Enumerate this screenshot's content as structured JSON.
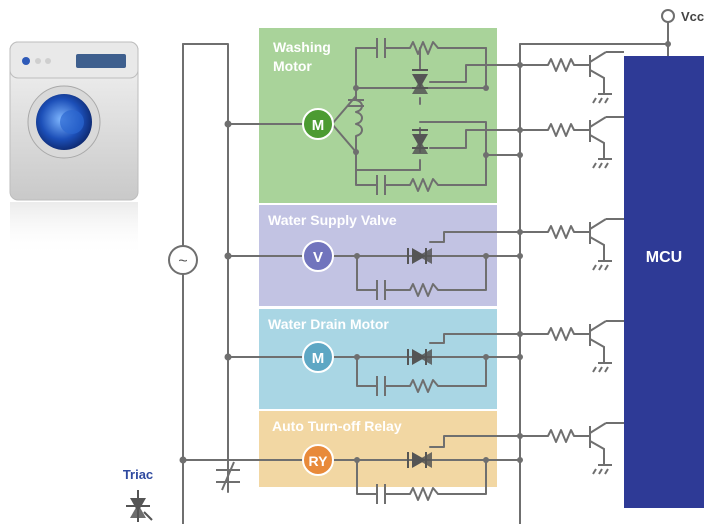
{
  "labels": {
    "vcc": "Vcc",
    "mcu": "MCU",
    "triac_legend": "Triac",
    "ac_source": "~"
  },
  "sections": [
    {
      "title": "Washing\nMotor",
      "load_symbol": "M",
      "fill": "#a9d39a",
      "load_color": "#4c9b32"
    },
    {
      "title": "Water Supply Valve",
      "load_symbol": "V",
      "fill": "#c2c3e3",
      "load_color": "#7174bd"
    },
    {
      "title": "Water Drain Motor",
      "load_symbol": "M",
      "fill": "#a9d6e4",
      "load_color": "#5ea7c4"
    },
    {
      "title": "Auto Turn-off Relay",
      "load_symbol": "RY",
      "fill": "#f2d7a3",
      "load_color": "#e88a3a"
    }
  ],
  "colors": {
    "wire": "#6f6f6f",
    "mcu_fill": "#2e3a96",
    "section_title": "#ffffff",
    "triac_label": "#2f4aa0"
  }
}
